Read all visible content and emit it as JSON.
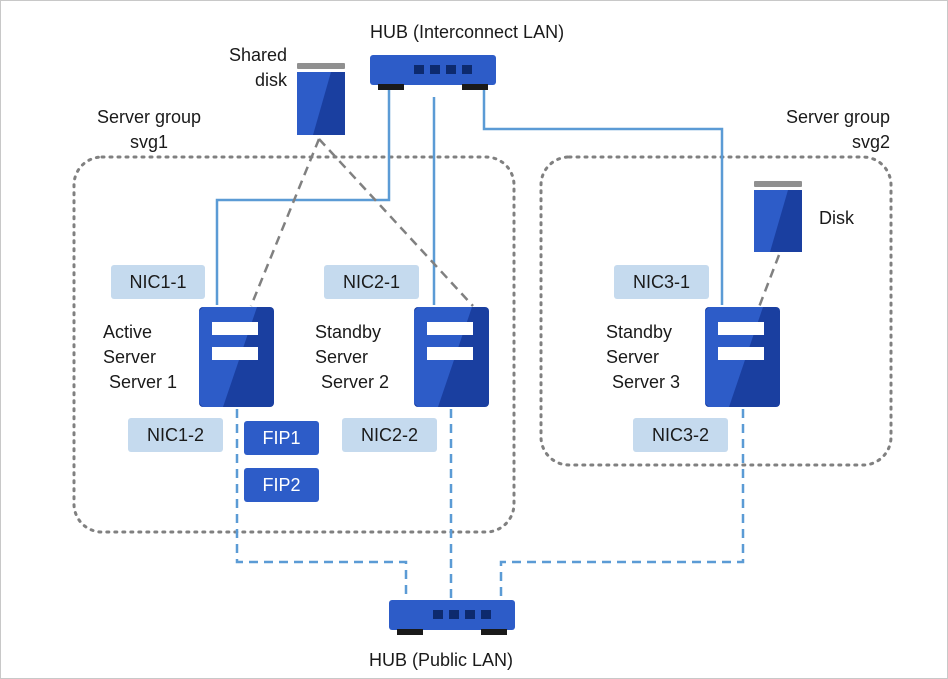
{
  "hub_interconnect": {
    "label": "HUB (Interconnect LAN)"
  },
  "hub_public": {
    "label": "HUB (Public LAN)"
  },
  "shared_disk": {
    "label_line1": "Shared",
    "label_line2": "disk"
  },
  "disk": {
    "label": "Disk"
  },
  "server_group_1": {
    "line1": "Server group",
    "line2": "svg1"
  },
  "server_group_2": {
    "line1": "Server group",
    "line2": "svg2"
  },
  "servers": [
    {
      "role_line1": "Active",
      "role_line2": "Server",
      "name": "Server 1",
      "nic_top": "NIC1-1",
      "nic_bottom": "NIC1-2"
    },
    {
      "role_line1": "Standby",
      "role_line2": "Server",
      "name": "Server 2",
      "nic_top": "NIC2-1",
      "nic_bottom": "NIC2-2"
    },
    {
      "role_line1": "Standby",
      "role_line2": "Server",
      "name": "Server 3",
      "nic_top": "NIC3-1",
      "nic_bottom": "NIC3-2"
    }
  ],
  "floating_ips": [
    "FIP1",
    "FIP2"
  ],
  "colors": {
    "device_dark": "#1a3fa0",
    "device_light": "#2d5cc8",
    "nic_fill": "#c5daee",
    "interconnect_line": "#5b9bd5",
    "public_line": "#5b9bd5",
    "disk_path_line": "#808080",
    "group_border": "#808080"
  }
}
